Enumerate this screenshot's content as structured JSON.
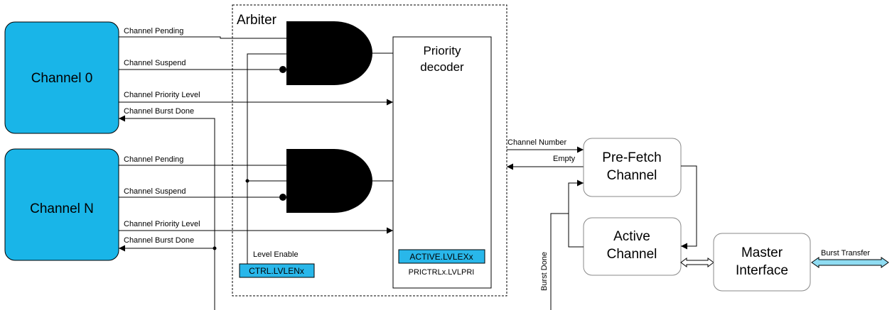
{
  "colors": {
    "channel_fill": "#19b5e8",
    "register_fill": "#29b7ea",
    "burst_arrow_fill": "#8fdcf2",
    "gate_fill": "#000000"
  },
  "channels": [
    {
      "name": "Channel 0"
    },
    {
      "name": "Channel N"
    }
  ],
  "signals": {
    "pending": "Channel Pending",
    "suspend": "Channel Suspend",
    "priority_level": "Channel Priority Level",
    "burst_done": "Channel Burst Done"
  },
  "arbiter": {
    "title": "Arbiter",
    "priority_decoder": {
      "line1": "Priority",
      "line2": "decoder"
    },
    "level_enable_label": "Level Enable",
    "ctrl_register": "CTRL.LVLENx",
    "active_register": "ACTIVE.LVLEXx",
    "prictrl_register": "PRICTRLx.LVLPRI"
  },
  "links": {
    "channel_number": "Channel Number",
    "empty": "Empty",
    "burst_done_vertical": "Burst Done",
    "burst_transfer": "Burst Transfer"
  },
  "blocks": {
    "prefetch": {
      "line1": "Pre-Fetch",
      "line2": "Channel"
    },
    "active": {
      "line1": "Active",
      "line2": "Channel"
    },
    "master": {
      "line1": "Master",
      "line2": "Interface"
    }
  }
}
